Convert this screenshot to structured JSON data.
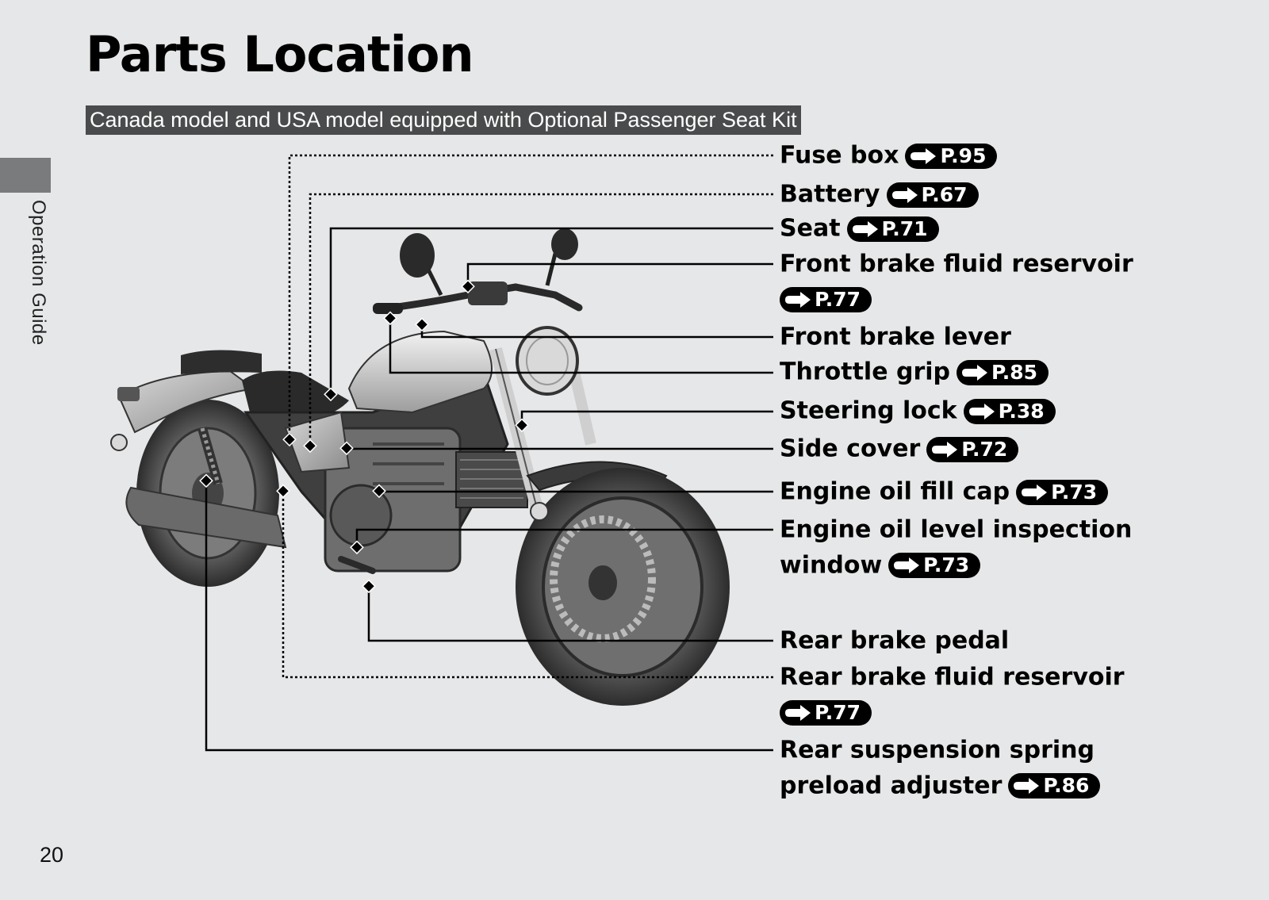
{
  "page": {
    "title": "Parts Location",
    "subtitle": "Canada model and USA model equipped with Optional Passenger Seat Kit",
    "side_label": "Operation Guide",
    "page_number": "20"
  },
  "parts": [
    {
      "name": "Fuse box",
      "ref": "P.95"
    },
    {
      "name": "Battery",
      "ref": "P.67"
    },
    {
      "name": "Seat",
      "ref": "P.71"
    },
    {
      "name": "Front brake fluid reservoir",
      "ref": "P.77"
    },
    {
      "name": "Front brake lever",
      "ref": ""
    },
    {
      "name": "Throttle grip",
      "ref": "P.85"
    },
    {
      "name": "Steering lock",
      "ref": "P.38"
    },
    {
      "name": "Side cover",
      "ref": "P.72"
    },
    {
      "name": "Engine oil fill cap",
      "ref": "P.73"
    },
    {
      "name_line1": "Engine oil level inspection",
      "name_line2": "window",
      "ref": "P.73"
    },
    {
      "name": "Rear brake pedal",
      "ref": ""
    },
    {
      "name": "Rear brake fluid reservoir",
      "ref": "P.77"
    },
    {
      "name_line1": "Rear suspension spring",
      "name_line2": "preload adjuster",
      "ref": "P.86"
    }
  ],
  "colors": {
    "background": "#e6e7e8",
    "subtitle_bg": "#4a4b4c",
    "side_tab": "#7a7b7c",
    "ref_badge": "#000000"
  },
  "icons": [
    "arrow-right-icon"
  ]
}
